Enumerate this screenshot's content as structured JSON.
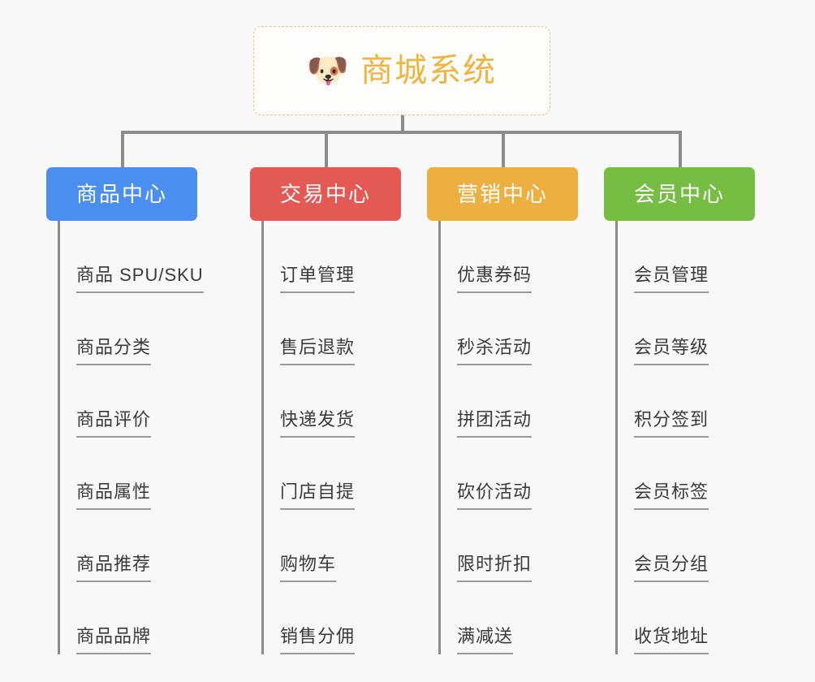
{
  "diagram": {
    "type": "tree-mindmap",
    "background_color": "#f8f8f8",
    "root": {
      "title": "商城系统",
      "icon": "shiba-dog-emoji",
      "icon_glyph": "🐶",
      "text_color": "#f0b43f",
      "border_color": "#f0c670",
      "border_style": "dashed"
    },
    "connector_color": "#8c8c8c",
    "item_text_color": "#3a3a3a",
    "item_underline_color": "#9a9a9a",
    "branches": [
      {
        "label": "商品中心",
        "color": "#4a8ef0",
        "items": [
          "商品 SPU/SKU",
          "商品分类",
          "商品评价",
          "商品属性",
          "商品推荐",
          "商品品牌"
        ]
      },
      {
        "label": "交易中心",
        "color": "#e35a55",
        "items": [
          "订单管理",
          "售后退款",
          "快递发货",
          "门店自提",
          "购物车",
          "销售分佣"
        ]
      },
      {
        "label": "营销中心",
        "color": "#eeaf41",
        "items": [
          "优惠券码",
          "秒杀活动",
          "拼团活动",
          "砍价活动",
          "限时折扣",
          "满减送"
        ]
      },
      {
        "label": "会员中心",
        "color": "#76bd43",
        "items": [
          "会员管理",
          "会员等级",
          "积分签到",
          "会员标签",
          "会员分组",
          "收货地址"
        ]
      }
    ]
  }
}
